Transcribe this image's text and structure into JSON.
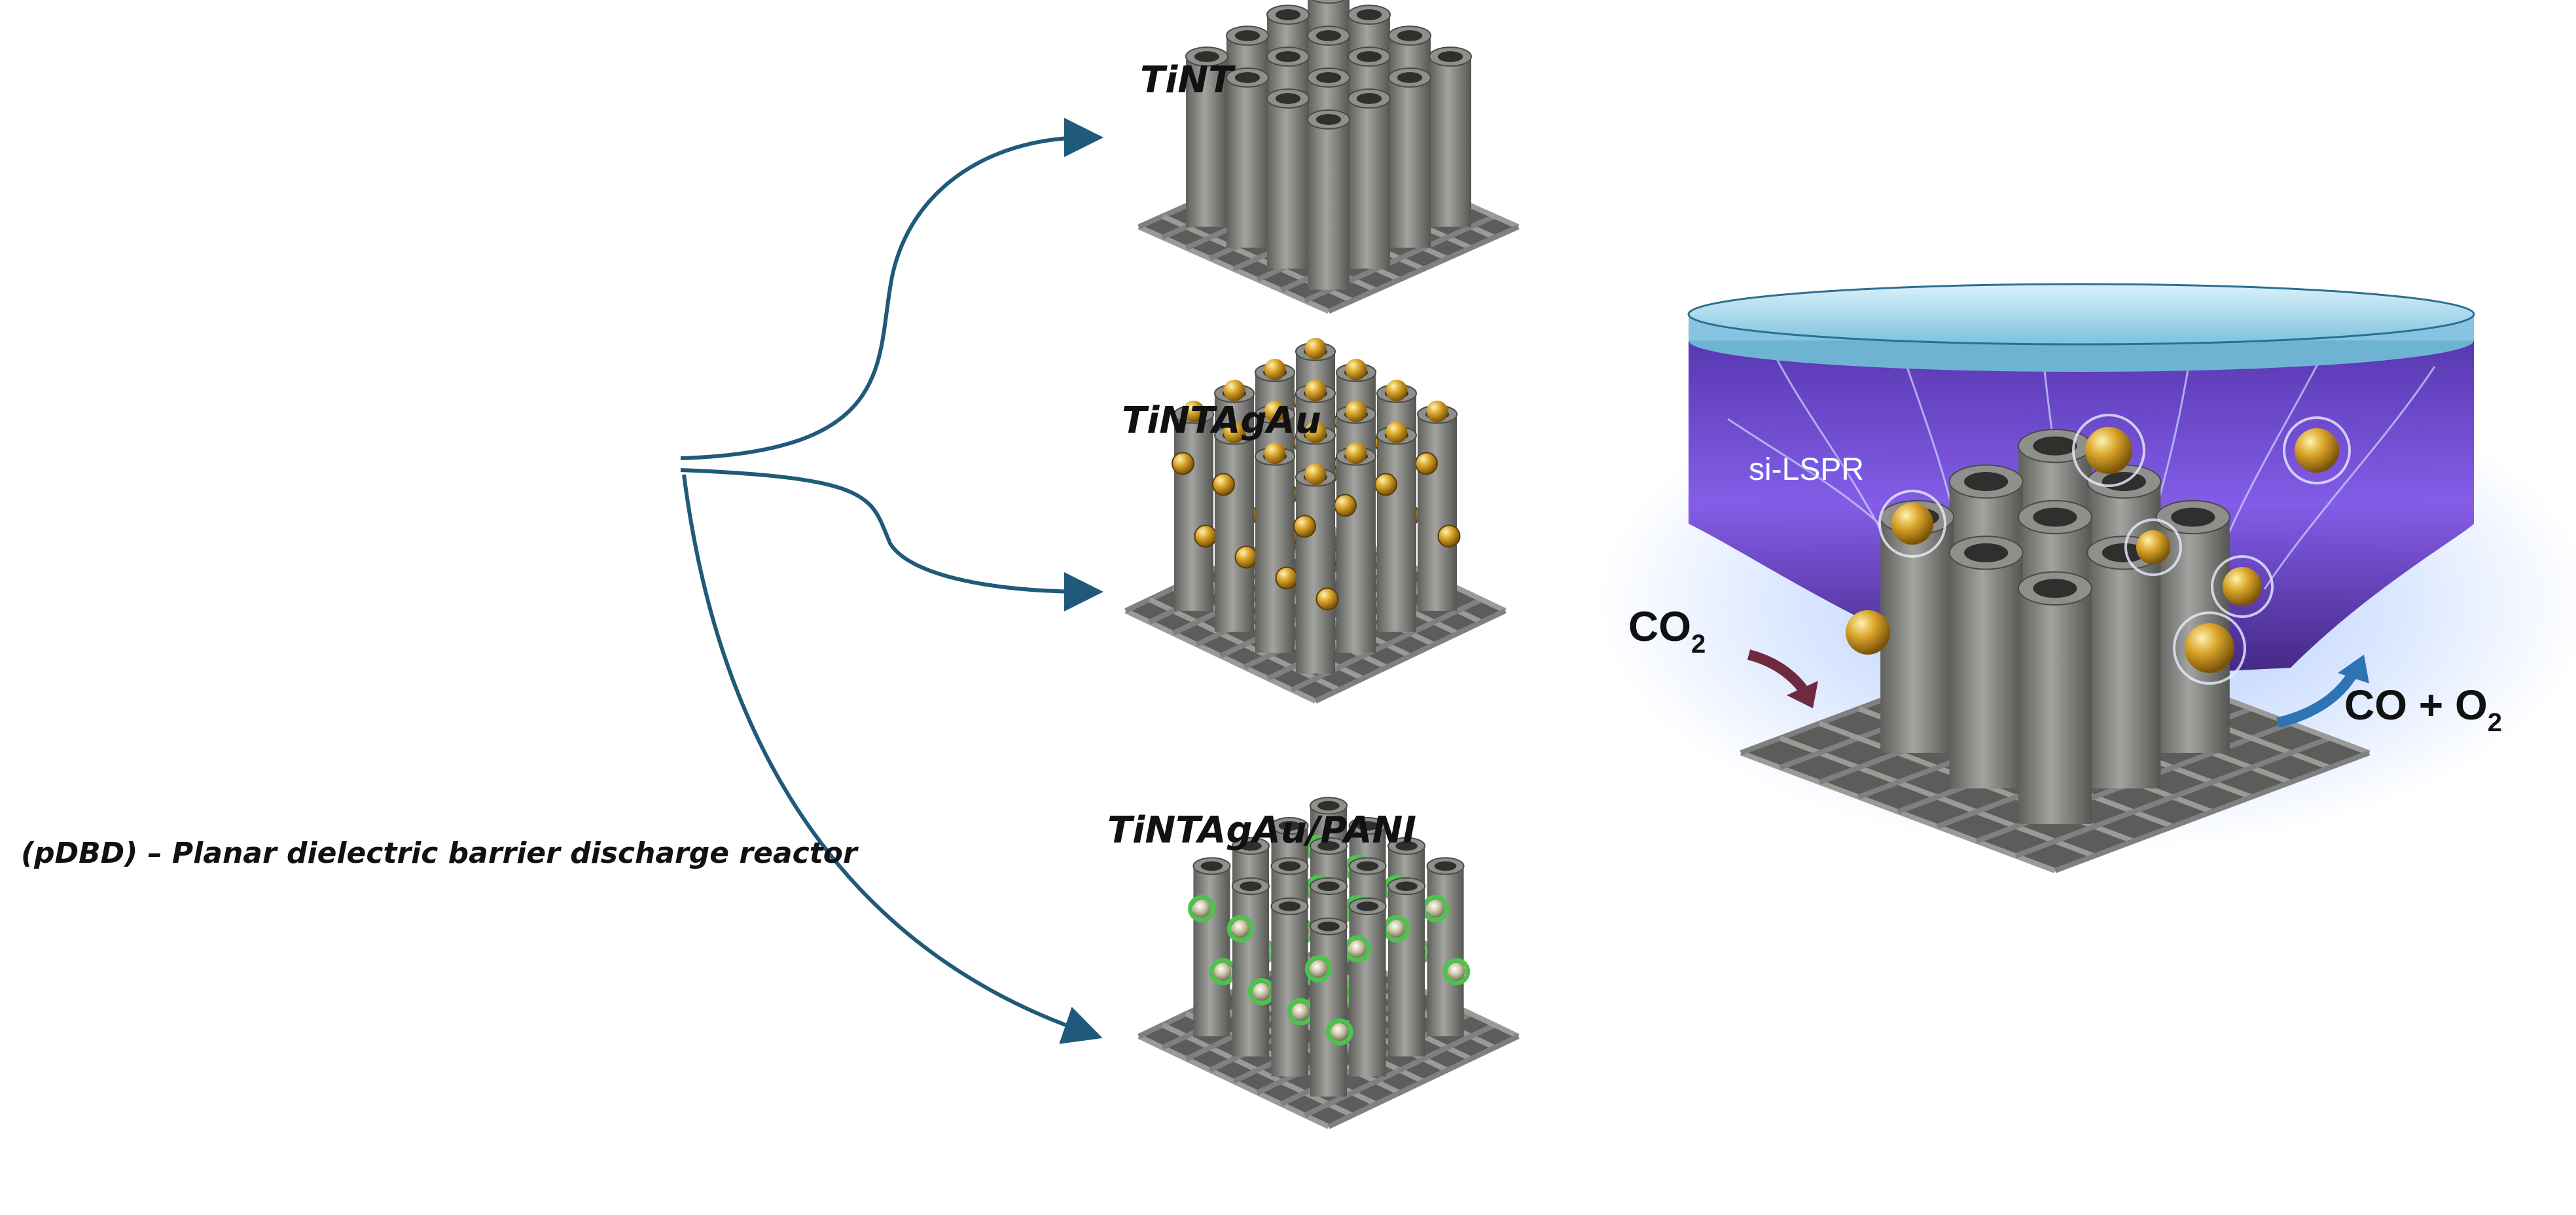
{
  "reactor_label": "(pDBD) – Planar dielectric barrier discharge reactor",
  "samples": [
    {
      "title": "TiNT",
      "particles": "none"
    },
    {
      "title": "TiNTAgAu",
      "particles": "gold"
    },
    {
      "title": "TiNTAgAu/PANI",
      "particles": "gold-green-shell"
    }
  ],
  "reaction": {
    "reactant": "CO",
    "reactant_sub": "2",
    "product": "CO + O",
    "product_sub": "2",
    "lspr_label": "si-LSPR"
  },
  "colors": {
    "arrow": "#1f5a7a",
    "tube": "#8a8a87",
    "gold": "#c9961f",
    "pani_shell": "#4ec24e",
    "plasma": "#7a4ee0",
    "lid": "#9fd3ea"
  }
}
